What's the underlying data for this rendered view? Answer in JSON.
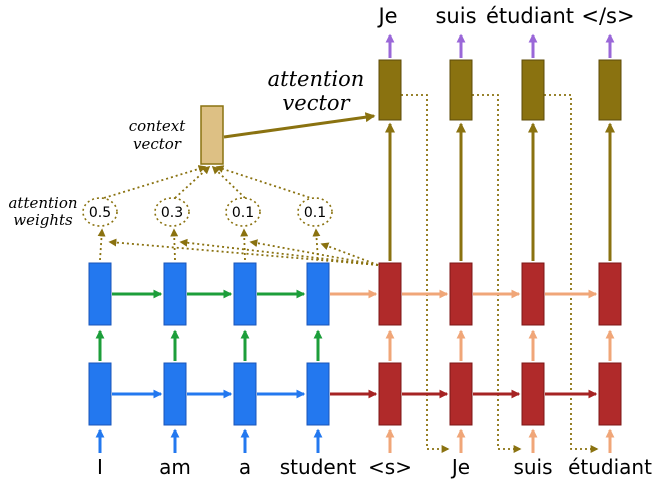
{
  "figure": {
    "description": "Sequence-to-sequence neural machine translation diagram with attention mechanism"
  },
  "encoder_inputs": [
    "I",
    "am",
    "a",
    "student"
  ],
  "decoder_inputs": [
    "<s>",
    "Je",
    "suis",
    "étudiant"
  ],
  "outputs": [
    "Je",
    "suis",
    "étudiant",
    "</s>"
  ],
  "attention_weights": [
    "0.5",
    "0.3",
    "0.1",
    "0.1"
  ],
  "labels": {
    "attention_vector_line1": "attention",
    "attention_vector_line2": "vector",
    "context_vector_line1": "context",
    "context_vector_line2": "vector",
    "attention_weights_line1": "attention",
    "attention_weights_line2": "weights"
  },
  "colors": {
    "encoder_cell": "#2378ef",
    "decoder_cell": "#b02a2a",
    "encoder_top_arrow": "#1c9e3a",
    "decoder_top_arrow": "#f0a678",
    "attention": "#8a7210",
    "context_vector_fill": "#ddc084",
    "output_arrow": "#9a67d8"
  }
}
